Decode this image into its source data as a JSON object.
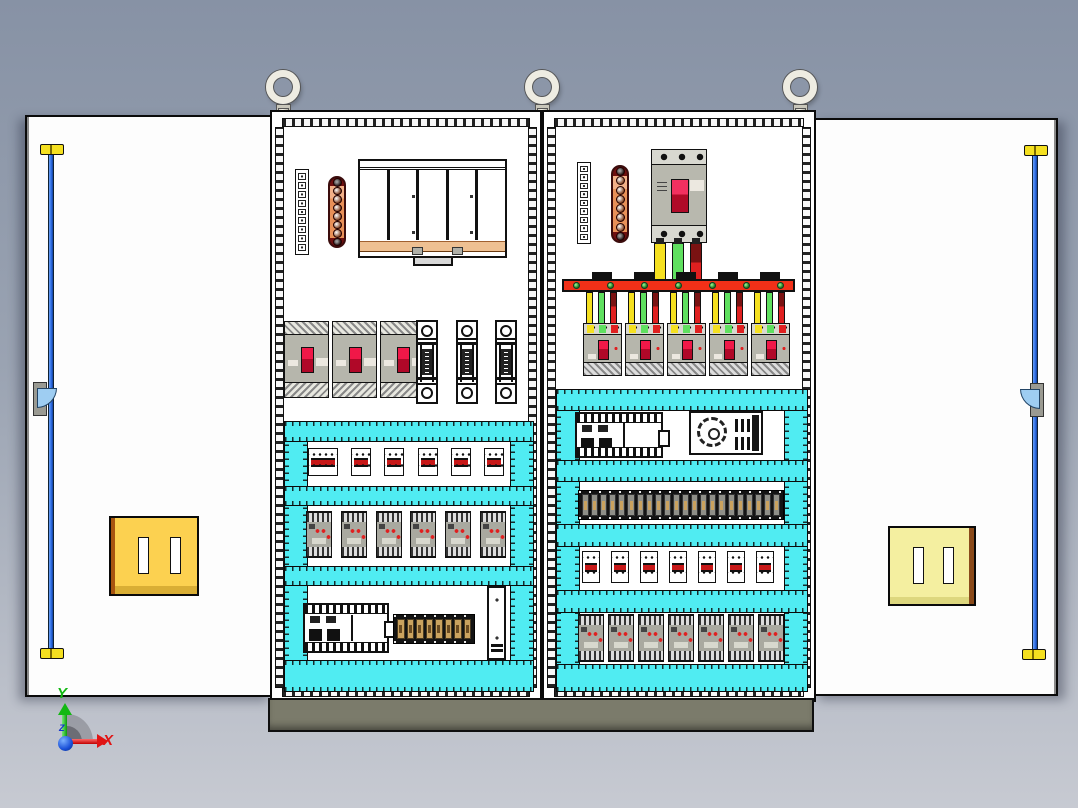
{
  "triad": {
    "x_label": "X",
    "y_label": "Y",
    "z_label": "Z"
  },
  "colors": {
    "bg_top": "#8792a5",
    "bg_bottom": "#c7cad2",
    "duct": "#50ecf2",
    "busbar_red": "#f23018",
    "phase_yellow": "#f5e020",
    "phase_green": "#5fe05f",
    "phase_red": "#e02020",
    "copper": "#e89058",
    "plinth": "#7b7b6b",
    "rod_blue": "#2e6fe8",
    "pocket_gold": "#fcd150",
    "pocket_pale": "#f4efa0",
    "switch_red": "#f01848"
  },
  "counts": {
    "eye_bolts": 3,
    "left_bay": {
      "mccbs": 3,
      "fuses": 3,
      "row_a_breakers": 6,
      "row_b_contactors": 6,
      "plc": 1,
      "terminal_blocks": 8,
      "vstrip_cells": 9,
      "copper_holes": 8,
      "subframe_sections": 5
    },
    "right_bay": {
      "incomer_phases": 3,
      "feeder_breakers": 5,
      "busbar_screws": 7,
      "plc": 1,
      "psu": 1,
      "terminal_blocks": 22,
      "row_c_breakers": 7,
      "row_d_contactors": 7,
      "vstrip_cells": 9,
      "copper_holes": 8
    }
  }
}
